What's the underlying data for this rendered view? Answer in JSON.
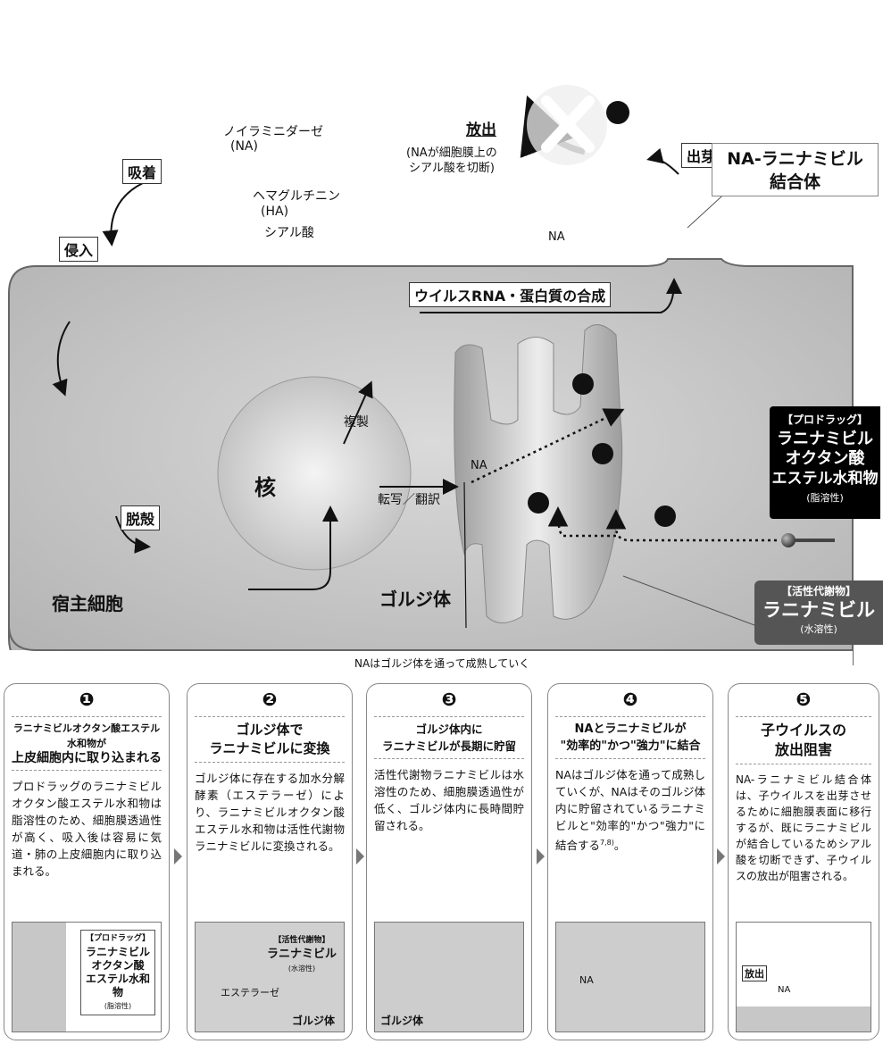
{
  "diagram": {
    "adsorption": "吸着",
    "neuraminidase": "ノイラミニダーゼ",
    "neuraminidase_abbr": "(NA)",
    "hemagglutinin": "ヘマグルチニン",
    "hemagglutinin_abbr": "(HA)",
    "sialic_acid": "シアル酸",
    "entry": "侵入",
    "uncoating": "脱殻",
    "host_cell": "宿主細胞",
    "nucleus": "核",
    "replication": "複製",
    "transcription": "転写／翻訳",
    "golgi": "ゴルジ体",
    "na_label": "NA",
    "na_label2": "NA",
    "synthesis": "ウイルスRNA・蛋白質の合成",
    "release": "放出",
    "release_note_1": "(NAが細胞膜上の",
    "release_note_2": "シアル酸を切断)",
    "budding": "出芽",
    "complex_1": "NA-ラニナミビル",
    "complex_2": "結合体",
    "prodrug_tag": "【プロドラッグ】",
    "prodrug_1": "ラニナミビル",
    "prodrug_2": "オクタン酸",
    "prodrug_3": "エステル水和物",
    "prodrug_note": "(脂溶性)",
    "active_tag": "【活性代謝物】",
    "active_name": "ラニナミビル",
    "active_note": "(水溶性)",
    "na_matures": "NAはゴルジ体を通って成熟していく",
    "steps": [
      "❶",
      "❷",
      "❸",
      "❹",
      "❺"
    ]
  },
  "panels": [
    {
      "num": "❶",
      "title_1": "ラニナミビルオクタン酸エステル水和物が",
      "title_2": "上皮細胞内に取り込まれる",
      "body": "プロドラッグのラニナミビルオクタン酸エステル水和物は脂溶性のため、細胞膜透過性が高く、吸入後は容易に気道・肺の上皮細胞内に取り込まれる。",
      "img_tag": "【プロドラッグ】",
      "img_1": "ラニナミビル",
      "img_2": "オクタン酸",
      "img_3": "エステル水和物",
      "img_note": "(脂溶性)"
    },
    {
      "num": "❷",
      "title_1": "ゴルジ体で",
      "title_2": "ラニナミビルに変換",
      "body": "ゴルジ体に存在する加水分解酵素（エステラーゼ）により、ラニナミビルオクタン酸エステル水和物は活性代謝物ラニナミビルに変換される。",
      "img_tag": "【活性代謝物】",
      "img_1": "ラニナミビル",
      "img_note": "(水溶性)",
      "img_enzyme": "エステラーゼ",
      "img_golgi": "ゴルジ体"
    },
    {
      "num": "❸",
      "title_1": "ゴルジ体内に",
      "title_2": "ラニナミビルが長期に貯留",
      "body": "活性代謝物ラニナミビルは水溶性のため、細胞膜透過性が低く、ゴルジ体内に長時間貯留される。",
      "img_golgi": "ゴルジ体"
    },
    {
      "num": "❹",
      "title_1": "NAとラニナミビルが",
      "title_2": "\"効率的\"かつ\"強力\"に結合",
      "body": "NAはゴルジ体を通って成熟していくが、NAはそのゴルジ体内に貯留されているラニナミビルと\"効率的\"かつ\"強力\"に結合する",
      "body_sup": "7,8)",
      "body_end": "。",
      "img_na": "NA"
    },
    {
      "num": "❺",
      "title_1": "子ウイルスの",
      "title_2": "放出阻害",
      "body": "NA-ラニナミビル結合体は、子ウイルスを出芽させるために細胞膜表面に移行するが、既にラニナミビルが結合しているためシアル酸を切断できず、子ウイルスの放出が阻害される。",
      "img_release": "放出",
      "img_na": "NA"
    }
  ]
}
